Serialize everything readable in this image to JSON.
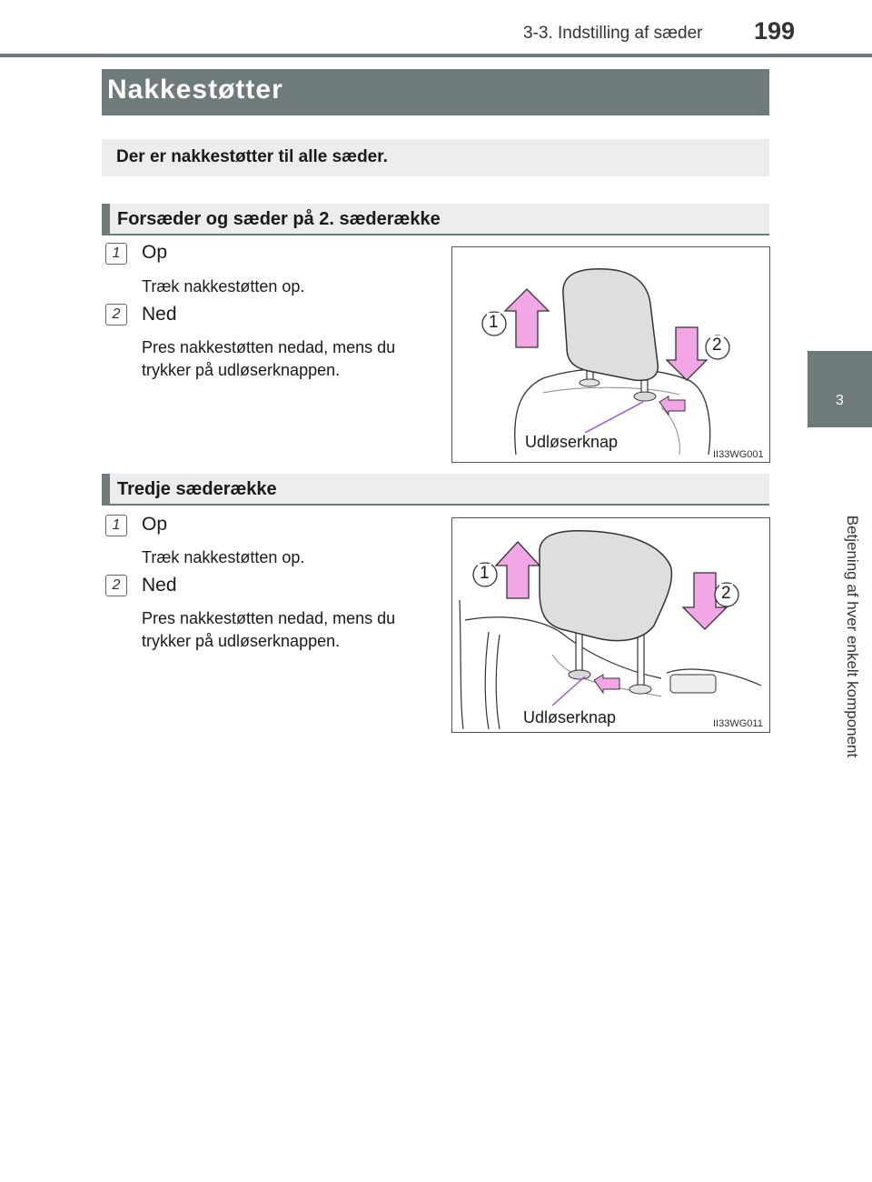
{
  "header": {
    "section": "3-3. Indstilling af sæder",
    "page_number": "199"
  },
  "side_tab": {
    "number": "3",
    "text": "Betjening af hver enkelt komponent"
  },
  "title": "Nakkestøtter",
  "intro": "Der er nakkestøtter til alle sæder.",
  "sections": [
    {
      "heading": "Forsæder og sæder på 2. sæderække",
      "steps": [
        {
          "num": "1",
          "title": "Op",
          "desc": "Træk nakkestøtten op."
        },
        {
          "num": "2",
          "title": "Ned",
          "desc_lines": [
            "Pres nakkestøtten nedad, mens du",
            "trykker på udløserknappen."
          ]
        }
      ],
      "figure": {
        "arrow_up_label": "1",
        "arrow_down_label": "2",
        "release_label": "Udløserknap",
        "code": "II33WG001",
        "arrow_color": "#f3a6e6",
        "pointer_color": "#9a48d8"
      }
    },
    {
      "heading": "Tredje sæderække",
      "steps": [
        {
          "num": "1",
          "title": "Op",
          "desc": "Træk nakkestøtten op."
        },
        {
          "num": "2",
          "title": "Ned",
          "desc_lines": [
            "Pres nakkestøtten nedad, mens du",
            "trykker på udløserknappen."
          ]
        }
      ],
      "figure": {
        "arrow_up_label": "1",
        "arrow_down_label": "2",
        "release_label": "Udløserknap",
        "code": "II33WG011",
        "arrow_color": "#f3a6e6",
        "pointer_color": "#9a48d8"
      }
    }
  ],
  "colors": {
    "band": "#6f7a7a",
    "light_band": "#ededed"
  }
}
